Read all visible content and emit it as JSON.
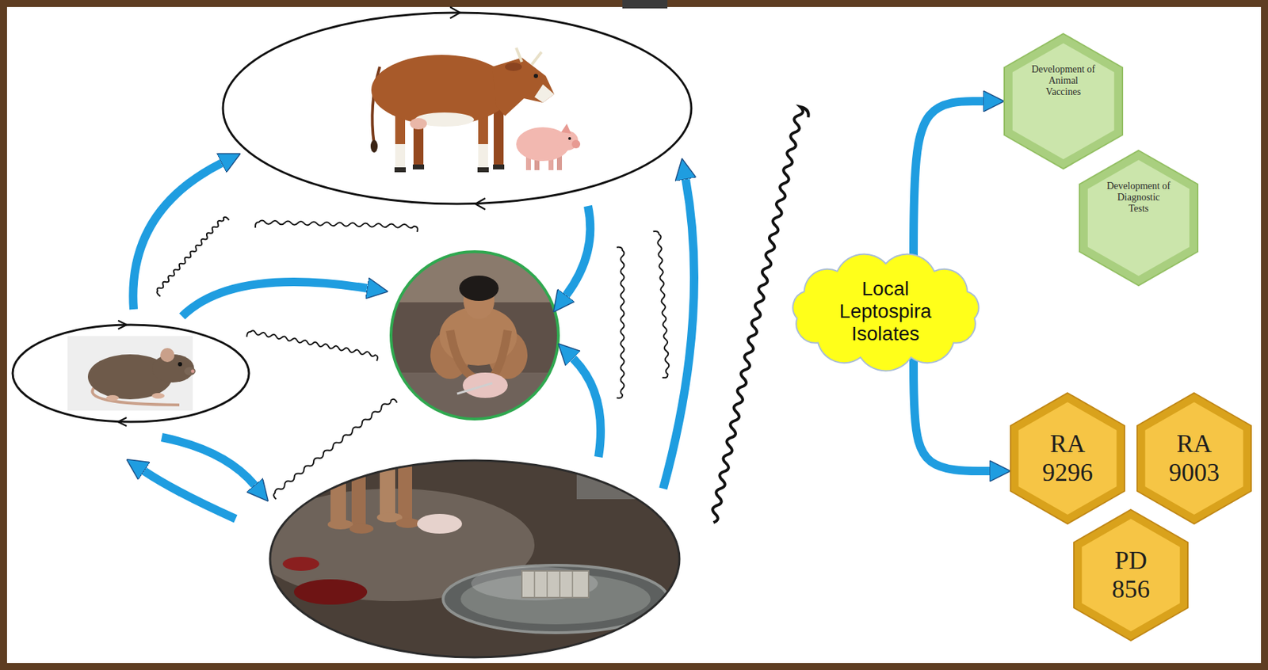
{
  "diagram": {
    "nodes": [
      {
        "text": [
          "Development of Animal Vaccines"
        ]
      },
      {
        "text": [
          "Development of Diagnostic Tests"
        ]
      },
      {
        "text": [
          "Local Leptospira Isolates"
        ]
      },
      {
        "text": [
          "RA 9296"
        ]
      },
      {
        "text": [
          "RA 9003"
        ]
      },
      {
        "text": [
          "PD 856"
        ]
      }
    ],
    "edges": [
      {
        "from": 2,
        "to": 0,
        "arrow": "to"
      },
      {
        "from": 2,
        "to": 3,
        "arrow": "to"
      }
    ]
  }
}
